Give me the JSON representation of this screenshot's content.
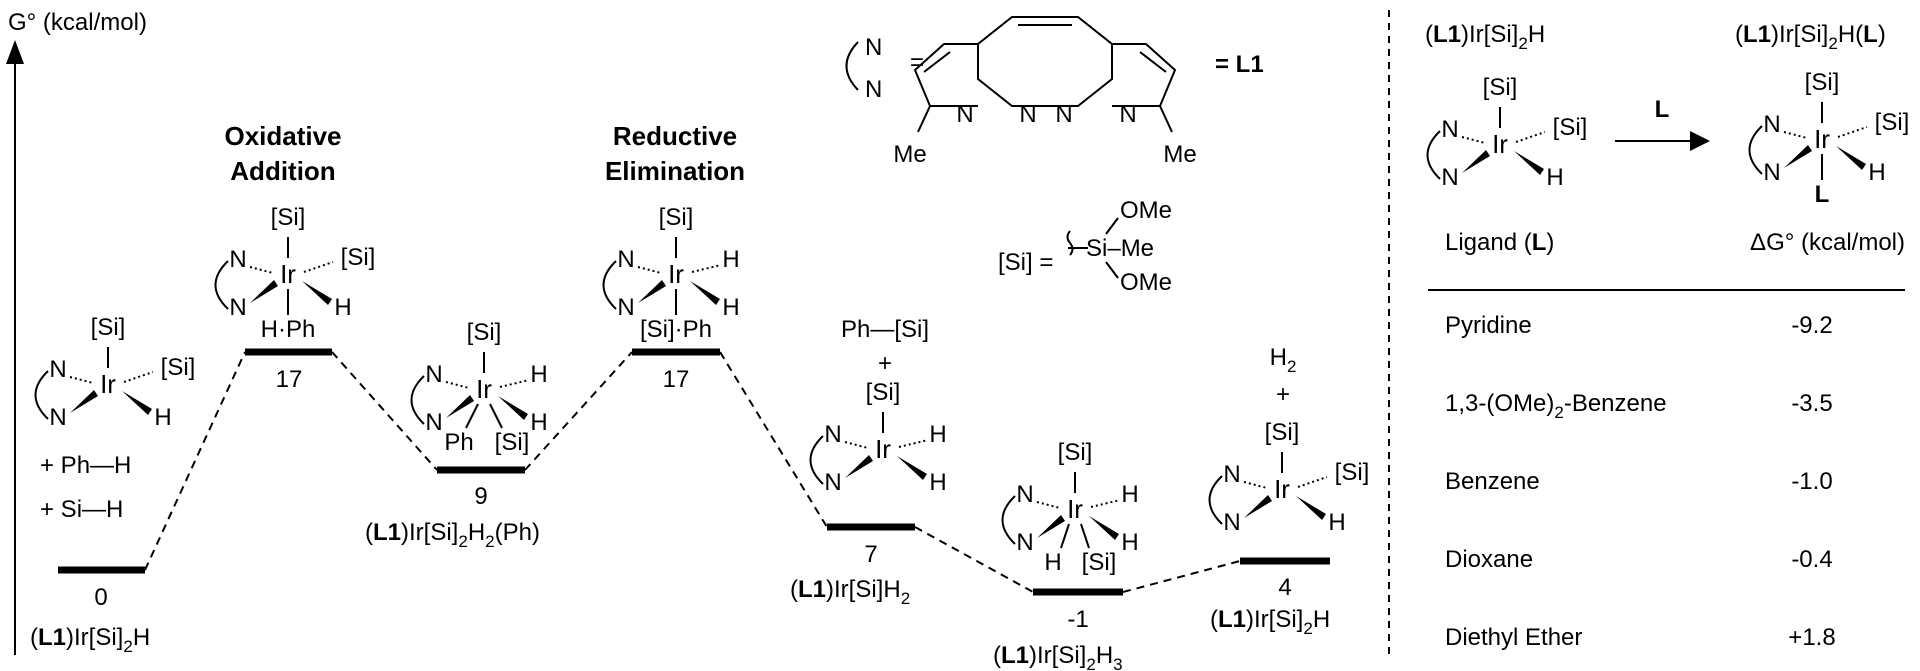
{
  "axis": {
    "label": "G° (kcal/mol)"
  },
  "steps": [
    {
      "heading": "Oxidative",
      "heading2": "Addition"
    },
    {
      "heading": "Reductive",
      "heading2": "Elimination"
    }
  ],
  "levels": [
    {
      "value": "0",
      "label": "(L1)Ir[Si]2H"
    },
    {
      "value": "17",
      "label": ""
    },
    {
      "value": "9",
      "label": "(L1)Ir[Si]2H2(Ph)"
    },
    {
      "value": "17",
      "label": ""
    },
    {
      "value": "7",
      "label": "(L1)Ir[Si]H2"
    },
    {
      "value": "-1",
      "label": "(L1)Ir[Si]2H3"
    },
    {
      "value": "4",
      "label": "(L1)Ir[Si]2H"
    }
  ],
  "reagents": {
    "line1": "+ Ph—H",
    "line2": "+ Si—H"
  },
  "byproducts": {
    "ph_si": "Ph—[Si]",
    "plus": "+",
    "h2": "H2"
  },
  "atoms": {
    "Si": "[Si]",
    "Ir": "Ir",
    "N": "N",
    "H": "H",
    "Ph": "Ph",
    "HPh": "H·Ph",
    "SiPh": "[Si]·Ph",
    "L": "L"
  },
  "legend": {
    "eq": "=",
    "L1": "= L1",
    "me": "Me",
    "si_def": "[Si] =",
    "ome": "OMe",
    "me2": "Si–Me"
  },
  "panel": {
    "left_title": "(L1)Ir[Si]2H",
    "right_title": "(L1)Ir[Si]2H(L)",
    "arrow_label": "L",
    "col1": "Ligand (L)",
    "col2": "ΔG° (kcal/mol)",
    "rows": [
      {
        "ligand": "Pyridine",
        "dg": "-9.2"
      },
      {
        "ligand": "1,3-(OMe)2-Benzene",
        "dg": "-3.5"
      },
      {
        "ligand": "Benzene",
        "dg": "-1.0"
      },
      {
        "ligand": "Dioxane",
        "dg": "-0.4"
      },
      {
        "ligand": "Diethyl Ether",
        "dg": "+1.8"
      }
    ]
  }
}
